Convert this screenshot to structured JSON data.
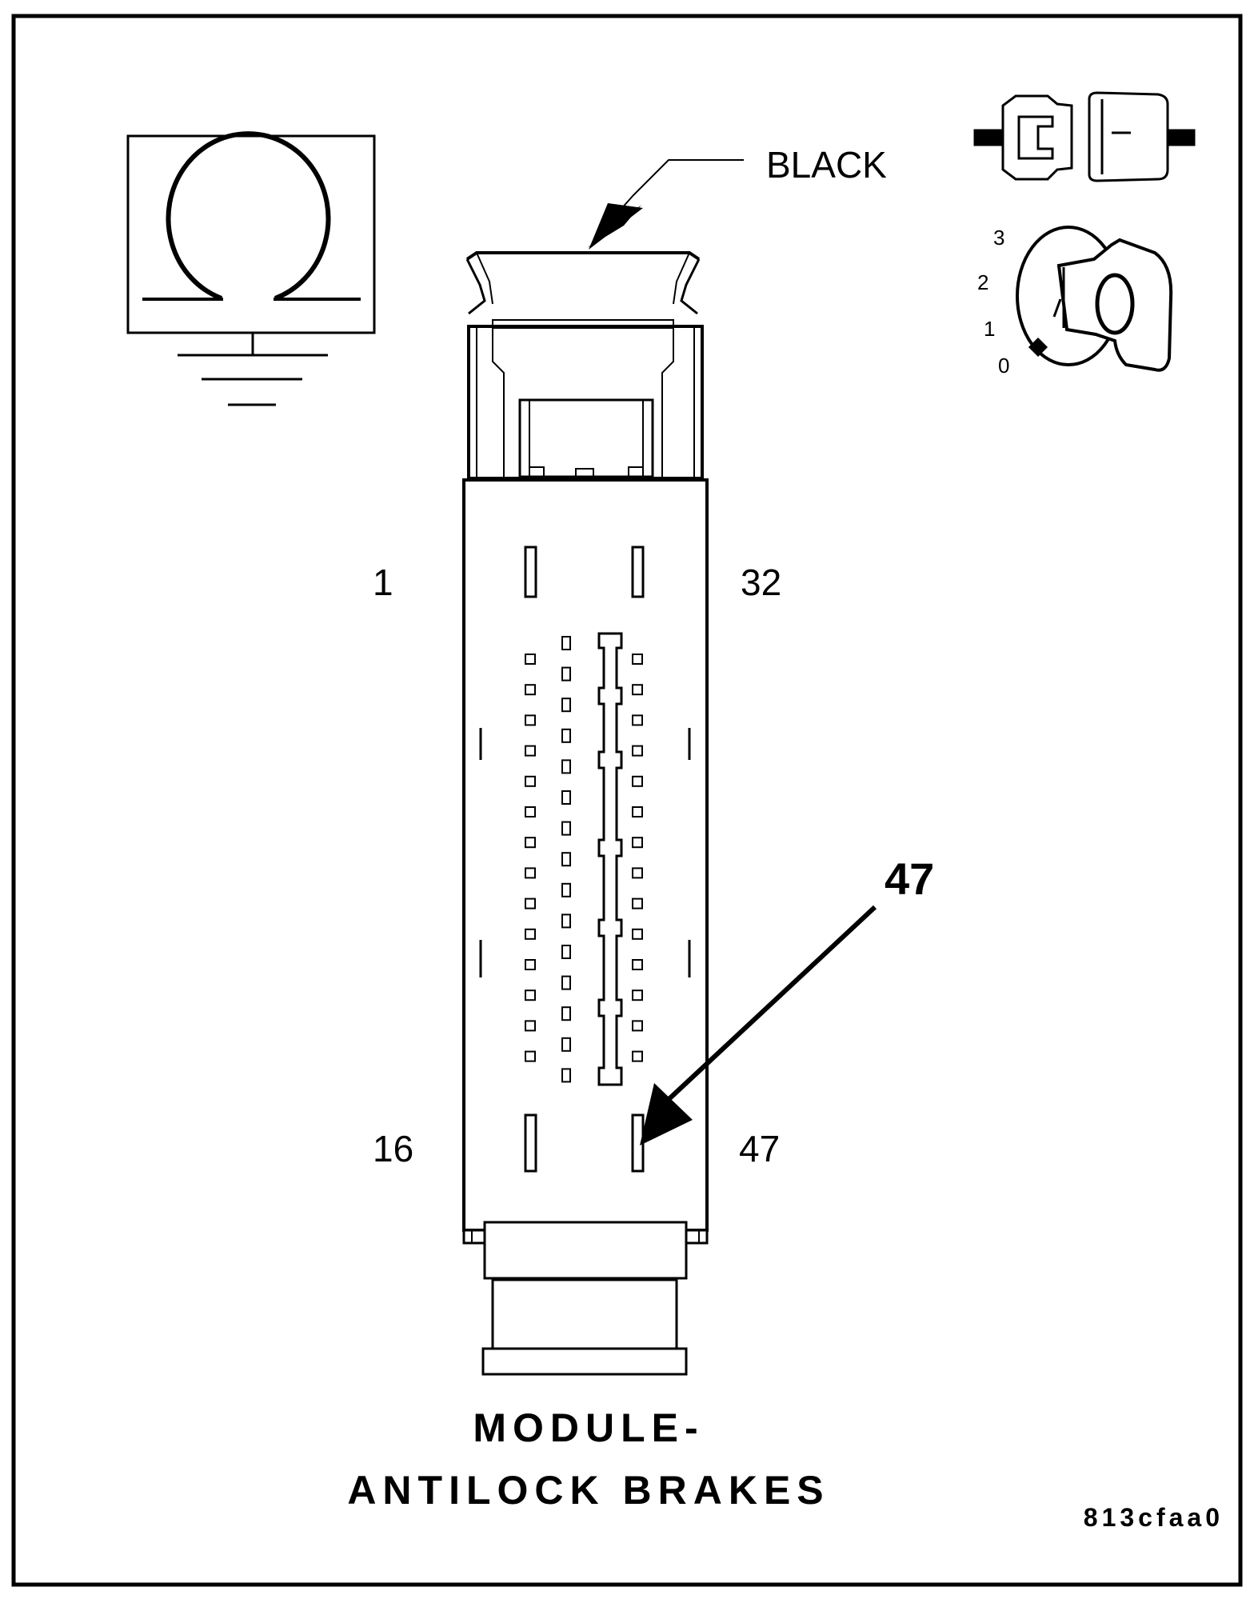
{
  "labels": {
    "wire_color": "BLACK",
    "pin_first_top": "1",
    "pin_last_top": "32",
    "pin_first_bottom": "16",
    "pin_last_bottom": "47",
    "callout_pin": "47"
  },
  "ignition": {
    "positions": [
      "3",
      "2",
      "1",
      "0"
    ]
  },
  "title": {
    "line1": "MODULE-",
    "line2": "ANTILOCK BRAKES"
  },
  "figure_id": "813cfaa0",
  "icons": {
    "ground_symbol": "omega-ground-icon",
    "connector_plug": "connector-plug-icon",
    "ignition_switch": "ignition-key-icon"
  }
}
